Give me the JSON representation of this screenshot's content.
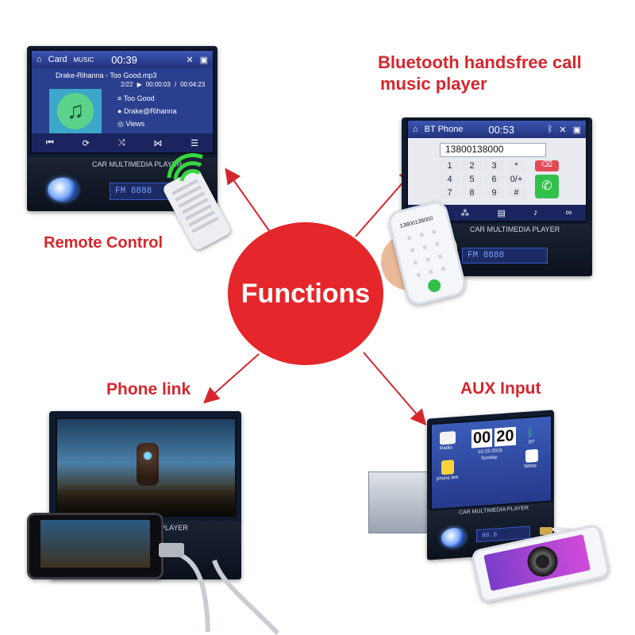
{
  "center": {
    "label": "Functions"
  },
  "labels": {
    "top_right_line1": "Bluetooth handsfree call",
    "top_right_line2": "music player",
    "top_left": "Remote Control",
    "bottom_left": "Phone link",
    "bottom_right": "AUX Input"
  },
  "colors": {
    "accent": "#d6262d",
    "circle": "#e5262b",
    "screen_blue": "#2b3f8f"
  },
  "music_screen": {
    "source": "Card",
    "mode": "MUSIC",
    "time": "00:39",
    "track_file": "Drake-Rihanna - Too Good.mp3",
    "track_index": "2/22",
    "elapsed": "00:00:03",
    "total": "00:04:23",
    "title": "Too Good",
    "artist": "Drake@Rihanna",
    "views": "Views",
    "player_label": "CAR MULTIMEDIA PLAYER"
  },
  "phone_screen": {
    "title": "BT Phone",
    "time": "00:53",
    "dialed_number": "13800138000",
    "keys": [
      "1",
      "2",
      "3",
      "*",
      "4",
      "5",
      "6",
      "0/+",
      "7",
      "8",
      "9",
      "#"
    ],
    "player_label": "CAR MULTIMEDIA PLAYER",
    "phone_number": "13800138000"
  },
  "aux_screen": {
    "clock_h": "00",
    "clock_m": "20",
    "date": "10-22-2018",
    "day": "Sunday",
    "icons": [
      {
        "label": "Radio"
      },
      {
        "label": "phone link"
      },
      {
        "label": "BT"
      },
      {
        "label": "Setup"
      }
    ],
    "player_label": "CAR MULTIMEDIA PLAYER"
  },
  "movie_screen": {
    "player_label": "PLAYER"
  }
}
